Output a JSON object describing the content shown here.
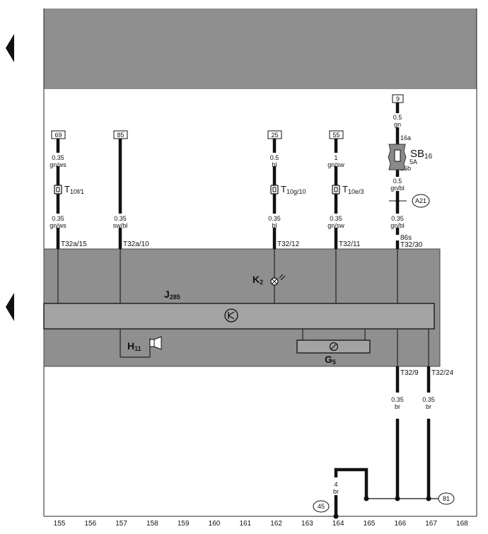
{
  "wires": [
    {
      "id": "w155",
      "ref": "69",
      "top": {
        "size": "0.35",
        "color": "gn/ws"
      },
      "connector": {
        "name": "T",
        "sub": "10f/1"
      },
      "bottom": {
        "size": "0.35",
        "color": "gn/ws"
      },
      "pin": "T32a/15"
    },
    {
      "id": "w157",
      "ref": "85",
      "bottom": {
        "size": "0.35",
        "color": "sw/bl"
      },
      "pin": "T32a/10"
    },
    {
      "id": "w162",
      "ref": "25",
      "top": {
        "size": "0.5",
        "color": "bl"
      },
      "connector": {
        "name": "T",
        "sub": "10g/10"
      },
      "bottom": {
        "size": "0.35",
        "color": "bl"
      },
      "pin": "T32/12"
    },
    {
      "id": "w164",
      "ref": "55",
      "top": {
        "size": "1",
        "color": "gn/sw"
      },
      "connector": {
        "name": "T",
        "sub": "10e/3"
      },
      "bottom": {
        "size": "0.35",
        "color": "gn/sw"
      },
      "pin": "T32/11"
    },
    {
      "id": "w166",
      "ref": "9",
      "top": {
        "size": "0.5",
        "color": "gn"
      },
      "fuse_in": "16a",
      "fuse_out": "16b",
      "mid": {
        "size": "0.5",
        "color": "gn/bl"
      },
      "splice": "A21",
      "bottom": {
        "size": "0.35",
        "color": "gn/bl"
      },
      "pin_a": "86s",
      "pin": "T32/30"
    }
  ],
  "fuse": {
    "name": "SB",
    "sub": "16",
    "rating": "5A"
  },
  "components": {
    "k2": {
      "name": "K",
      "sub": "2"
    },
    "j285": {
      "name": "J",
      "sub": "285"
    },
    "h11": {
      "name": "H",
      "sub": "11"
    },
    "g5": {
      "name": "G",
      "sub": "5"
    }
  },
  "lower_wires": [
    {
      "pin": "T32/9",
      "size": "0.35",
      "color": "br"
    },
    {
      "pin": "T32/24",
      "size": "0.35",
      "color": "br"
    },
    {
      "size": "4",
      "color": "br"
    }
  ],
  "refs": {
    "ground_left": "45",
    "ground_right": "81"
  },
  "ruler": [
    "155",
    "156",
    "157",
    "158",
    "159",
    "160",
    "161",
    "162",
    "163",
    "164",
    "165",
    "166",
    "167",
    "168"
  ],
  "colors": {
    "panel": "#8f8f8f",
    "band": "#a3a3a3",
    "wire": "#111111"
  }
}
